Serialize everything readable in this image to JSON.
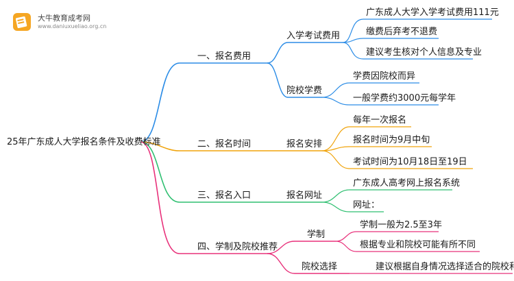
{
  "brand": {
    "name": "大牛教育成考网",
    "url": "www.daniuxueliao.org.cn",
    "logo_icon": "book-icon",
    "accent": "#f5a623"
  },
  "colors": {
    "blue": "#2b8ce6",
    "orange": "#f0a30a",
    "green": "#2fbf71",
    "pink": "#e8307a"
  },
  "root": "25年广东成人大学报名条件及收费标准",
  "branches": [
    {
      "label": "一、报名费用",
      "groups": [
        {
          "label": "入学考试费用",
          "items": [
            "广东成人大学入学考试费用111元",
            "缴费后弃考不退费",
            "建议考生核对个人信息及专业"
          ]
        },
        {
          "label": "院校学费",
          "items": [
            "学费因院校而异",
            "一般学费约3000元每学年"
          ]
        }
      ]
    },
    {
      "label": "二、报名时间",
      "groups": [
        {
          "label": "报名安排",
          "items": [
            "每年一次报名",
            "报名时间为9月中旬",
            "考试时间为10月18日至19日"
          ]
        }
      ]
    },
    {
      "label": "三、报名入口",
      "groups": [
        {
          "label": "报名网址",
          "items": [
            "广东成人高考网上报名系统",
            "网址："
          ]
        }
      ]
    },
    {
      "label": "四、学制及院校推荐",
      "groups": [
        {
          "label": "学制",
          "items": [
            "学制一般为2.5至3年",
            "根据专业和院校可能有所不同"
          ]
        },
        {
          "label": "院校选择",
          "items": [
            "建议根据自身情况选择适合的院校和专业"
          ]
        }
      ]
    }
  ]
}
